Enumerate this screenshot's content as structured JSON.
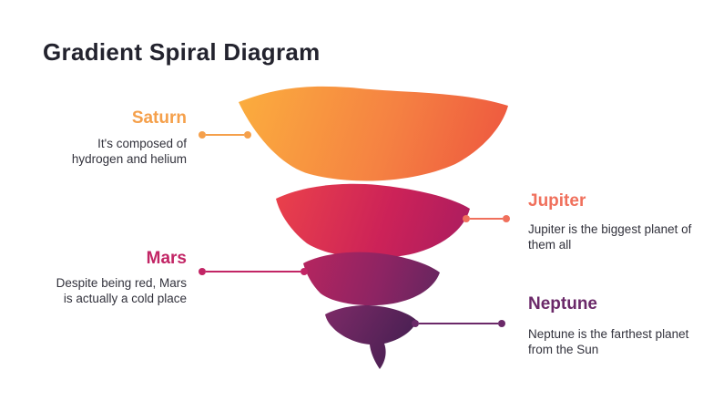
{
  "slide": {
    "title": "Gradient Spiral Diagram",
    "items": [
      {
        "id": "saturn",
        "label": "Saturn",
        "description": "It's composed of hydrogen and helium",
        "accent_color": "#F5A04B",
        "side": "left"
      },
      {
        "id": "jupiter",
        "label": "Jupiter",
        "description": "Jupiter is the biggest planet of them all",
        "accent_color": "#F0705C",
        "side": "right"
      },
      {
        "id": "mars",
        "label": "Mars",
        "description": "Despite being red, Mars is actually a cold place",
        "accent_color": "#C22565",
        "side": "left"
      },
      {
        "id": "neptune",
        "label": "Neptune",
        "description": "Neptune is the farthest planet from the Sun",
        "accent_color": "#6B2969",
        "side": "right"
      }
    ],
    "diagram": {
      "type": "spiral-funnel",
      "bands": [
        {
          "name": "saturn",
          "gradient": [
            "#FBAD3E",
            "#ED543F"
          ]
        },
        {
          "name": "jupiter",
          "gradient": [
            "#EA414B",
            "#A81C60"
          ]
        },
        {
          "name": "mars",
          "gradient": [
            "#B5255F",
            "#63265F"
          ]
        },
        {
          "name": "neptune",
          "gradient": [
            "#7D2A67",
            "#3F1E4F"
          ]
        }
      ]
    }
  }
}
